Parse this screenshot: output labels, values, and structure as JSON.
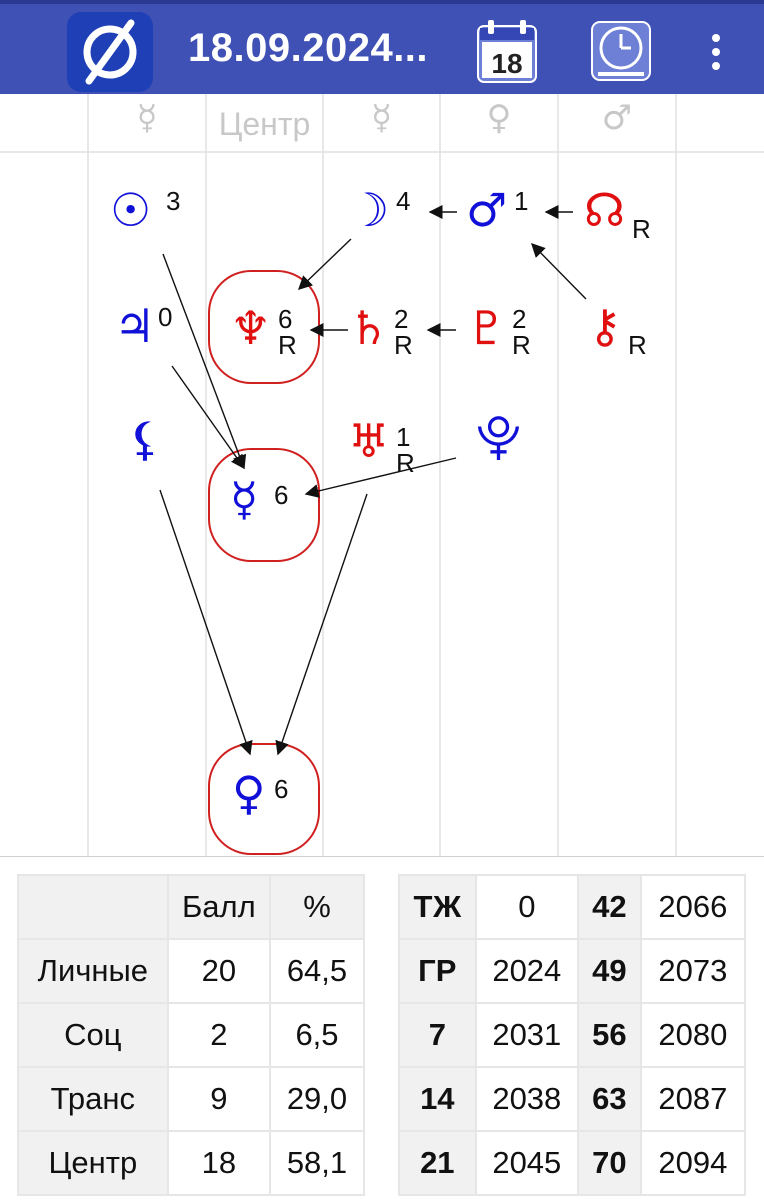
{
  "header": {
    "title": "18.09.2024...",
    "calendar_day": "18",
    "icons": [
      "logo-icon",
      "calendar-icon",
      "clock-icon",
      "more-icon"
    ],
    "accent": "#3f51b5"
  },
  "columns": [
    "☿",
    "Центр",
    "☿",
    "♀",
    "♂"
  ],
  "planets": {
    "sun": {
      "symbol": "☉",
      "score": "3"
    },
    "moon": {
      "symbol": "☽",
      "score": "4"
    },
    "mars": {
      "symbol": "♂",
      "score": "1"
    },
    "node": {
      "symbol": "☊",
      "retro": "R"
    },
    "jupiter": {
      "symbol": "♃",
      "score": "0"
    },
    "neptune": {
      "symbol": "♆",
      "score": "6",
      "retro": "R"
    },
    "saturn": {
      "symbol": "♄",
      "score": "2",
      "retro": "R"
    },
    "pluto": {
      "symbol": "♇",
      "score": "2",
      "retro": "R"
    },
    "chiron": {
      "symbol": "⚷",
      "retro": "R"
    },
    "lilith": {
      "symbol": "⚸"
    },
    "uranus": {
      "symbol": "♅",
      "score": "1",
      "retro": "R"
    },
    "proserpina": {
      "symbol": "⯓"
    },
    "mercury": {
      "symbol": "☿",
      "score": "6"
    },
    "venus": {
      "symbol": "♀",
      "score": "6"
    }
  },
  "stats_table": {
    "headers": [
      "",
      "Балл",
      "%"
    ],
    "rows": [
      {
        "label": "Личные",
        "score": "20",
        "percent": "64,5"
      },
      {
        "label": "Соц",
        "score": "2",
        "percent": "6,5"
      },
      {
        "label": "Транс",
        "score": "9",
        "percent": "29,0"
      },
      {
        "label": "Центр",
        "score": "18",
        "percent": "58,1"
      }
    ]
  },
  "years_table": {
    "rows": [
      {
        "a": "ТЖ",
        "b": "0",
        "c": "42",
        "d": "2066"
      },
      {
        "a": "ГР",
        "b": "2024",
        "c": "49",
        "d": "2073"
      },
      {
        "a": "7",
        "b": "2031",
        "c": "56",
        "d": "2080"
      },
      {
        "a": "14",
        "b": "2038",
        "c": "63",
        "d": "2087"
      },
      {
        "a": "21",
        "b": "2045",
        "c": "70",
        "d": "2094"
      }
    ]
  },
  "colors": {
    "personal": "#1010d8",
    "transpersonal": "#e01010",
    "highlight": "#d02020"
  }
}
